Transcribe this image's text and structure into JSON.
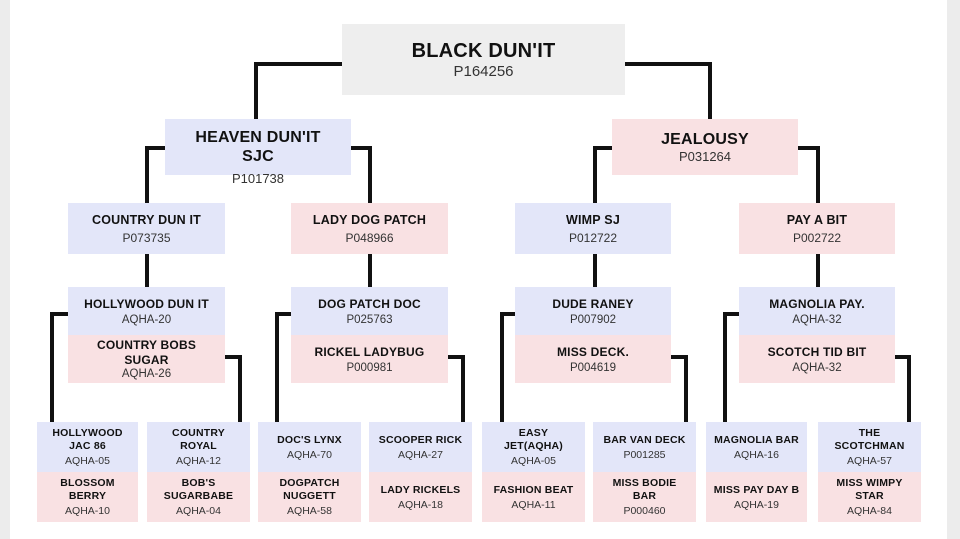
{
  "root": {
    "name": "BLACK DUN'IT",
    "id": "P164256"
  },
  "sire": {
    "name": "HEAVEN DUN'IT SJC",
    "id": "P101738"
  },
  "dam": {
    "name": "JEALOUSY",
    "id": "P031264"
  },
  "gen3": [
    {
      "name": "COUNTRY DUN IT",
      "id": "P073735"
    },
    {
      "name": "LADY DOG PATCH",
      "id": "P048966"
    },
    {
      "name": "WIMP SJ",
      "id": "P012722"
    },
    {
      "name": "PAY A BIT",
      "id": "P002722"
    }
  ],
  "gen4": [
    {
      "sire": {
        "name": "HOLLYWOOD DUN IT",
        "id": "AQHA-20"
      },
      "dam": {
        "name": "COUNTRY BOBS SUGAR",
        "id": "AQHA-26"
      }
    },
    {
      "sire": {
        "name": "DOG PATCH DOC",
        "id": "P025763"
      },
      "dam": {
        "name": "RICKEL LADYBUG",
        "id": "P000981"
      }
    },
    {
      "sire": {
        "name": "DUDE RANEY",
        "id": "P007902"
      },
      "dam": {
        "name": "MISS DECK.",
        "id": "P004619"
      }
    },
    {
      "sire": {
        "name": "MAGNOLIA PAY.",
        "id": "AQHA-32"
      },
      "dam": {
        "name": "SCOTCH TID BIT",
        "id": "AQHA-32"
      }
    }
  ],
  "gen5": [
    {
      "sire": {
        "name": "HOLLYWOOD JAC 86",
        "id": "AQHA-05"
      },
      "dam": {
        "name": "BLOSSOM BERRY",
        "id": "AQHA-10"
      }
    },
    {
      "sire": {
        "name": "COUNTRY ROYAL",
        "id": "AQHA-12"
      },
      "dam": {
        "name": "BOB'S SUGARBABE",
        "id": "AQHA-04"
      }
    },
    {
      "sire": {
        "name": "DOC'S LYNX",
        "id": "AQHA-70"
      },
      "dam": {
        "name": "DOGPATCH NUGGETT",
        "id": "AQHA-58"
      }
    },
    {
      "sire": {
        "name": "SCOOPER RICK",
        "id": "AQHA-27"
      },
      "dam": {
        "name": "LADY RICKELS",
        "id": "AQHA-18"
      }
    },
    {
      "sire": {
        "name": "EASY JET(AQHA)",
        "id": "AQHA-05"
      },
      "dam": {
        "name": "FASHION BEAT",
        "id": "AQHA-11"
      }
    },
    {
      "sire": {
        "name": "BAR VAN DECK",
        "id": "P001285"
      },
      "dam": {
        "name": "MISS BODIE BAR",
        "id": "P000460"
      }
    },
    {
      "sire": {
        "name": "MAGNOLIA BAR",
        "id": "AQHA-16"
      },
      "dam": {
        "name": "MISS PAY DAY B",
        "id": "AQHA-19"
      }
    },
    {
      "sire": {
        "name": "THE SCOTCHMAN",
        "id": "AQHA-57"
      },
      "dam": {
        "name": "MISS WIMPY STAR",
        "id": "AQHA-84"
      }
    }
  ]
}
